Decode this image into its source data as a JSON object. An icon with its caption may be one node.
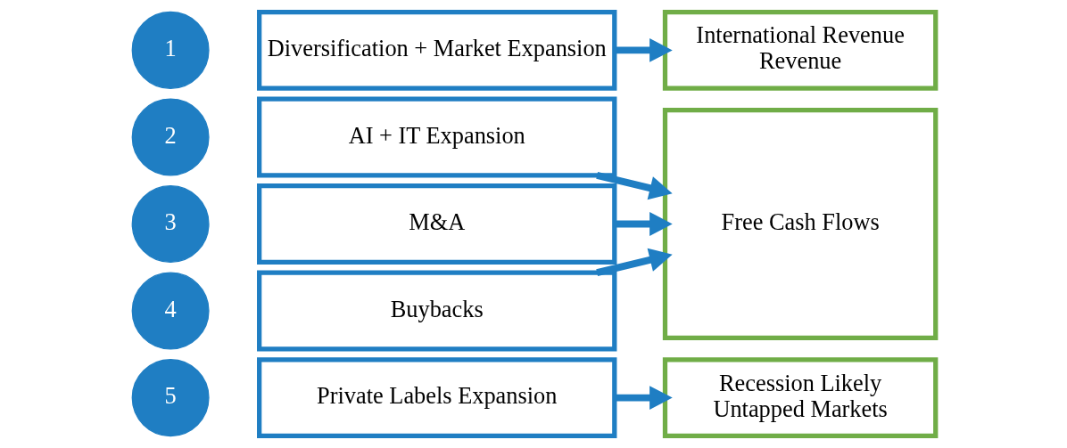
{
  "diagram": {
    "nodes": [
      {
        "text": [
          "1"
        ]
      },
      {
        "text": [
          "Diversification + Market Expansion"
        ]
      },
      {
        "text": [
          "2"
        ]
      },
      {
        "text": [
          "AI + IT Expansion"
        ]
      },
      {
        "text": [
          "3"
        ]
      },
      {
        "text": [
          "M&A"
        ]
      },
      {
        "text": [
          "4"
        ]
      },
      {
        "text": [
          "Buybacks"
        ]
      },
      {
        "text": [
          "5"
        ]
      },
      {
        "text": [
          "Private Labels Expansion"
        ]
      },
      {
        "text": [
          "International Revenue Revenue"
        ]
      },
      {
        "text": [
          "Free Cash Flows"
        ]
      },
      {
        "text": [
          "Recession Likely Untapped Markets"
        ]
      }
    ],
    "edges": [
      {
        "from": 1,
        "to": 10,
        "arrow": "to"
      },
      {
        "from": 3,
        "to": 11,
        "arrow": "to"
      },
      {
        "from": 5,
        "to": 11,
        "arrow": "to"
      },
      {
        "from": 7,
        "to": 11,
        "arrow": "to"
      },
      {
        "from": 9,
        "to": 12,
        "arrow": "to"
      }
    ]
  }
}
